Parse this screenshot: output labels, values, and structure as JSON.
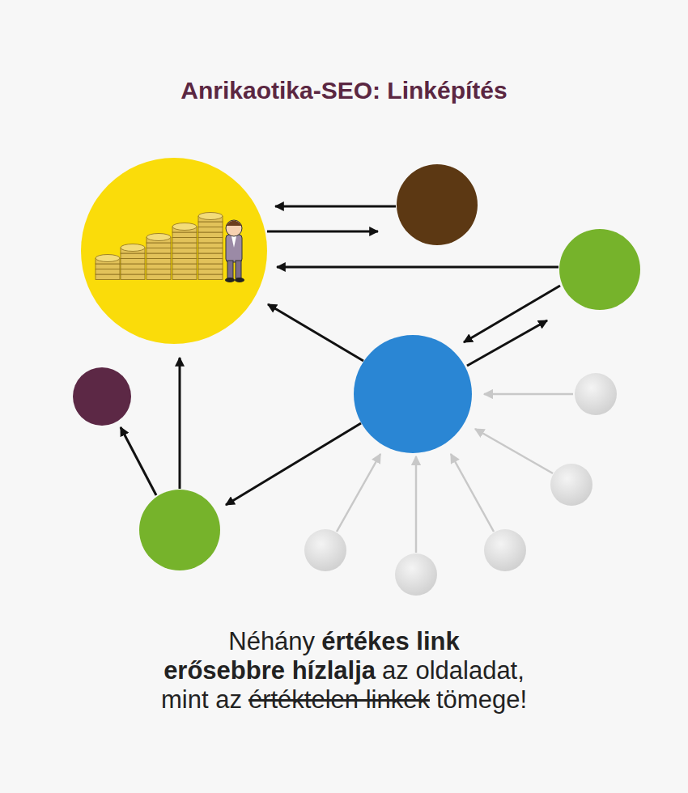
{
  "diagram": {
    "title": "Anrikaotika-SEO: Linképítés",
    "labels": [
      "Néhány",
      "értékes link",
      "erősebbre hízlalja",
      "az oldaladat,",
      "mint az",
      "értéktelen linkek",
      "tömege!"
    ]
  }
}
